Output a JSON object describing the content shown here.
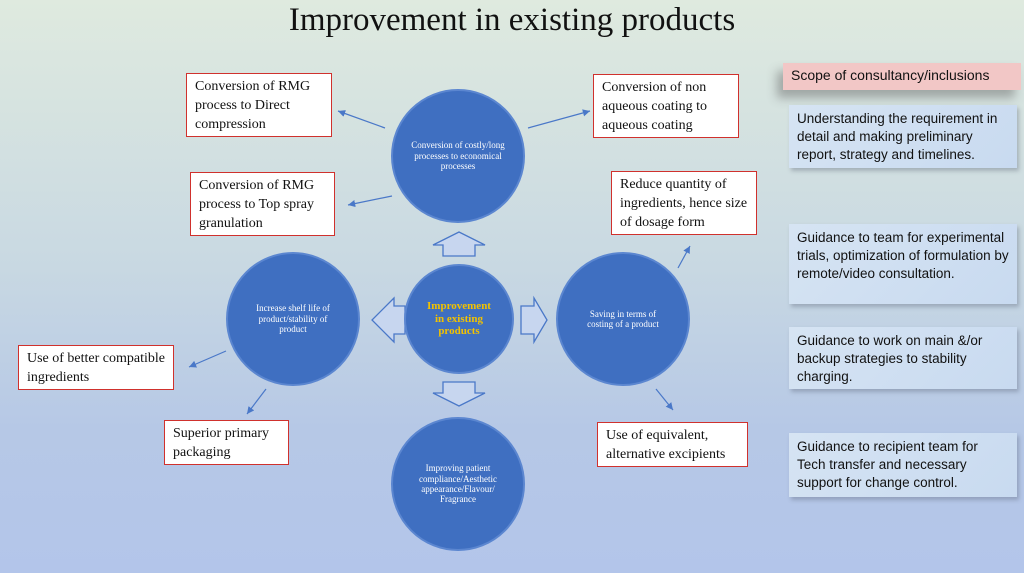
{
  "title": "Improvement in existing products",
  "circles": {
    "center": "Improvement in existing products",
    "top": "Conversion of costly/long processes to economical processes",
    "left": "Increase shelf life of product/stability of product",
    "right": "Saving in terms of costing of a product",
    "bottom": "Improving patient compliance/Aesthetic appearance/Flavour/ Fragrance"
  },
  "boxes": {
    "rmg_direct": "Conversion of RMG process to Direct compression",
    "rmg_topspray": "Conversion of RMG process to Top spray granulation",
    "non_aqueous": "Conversion of non aqueous coating to aqueous coating",
    "reduce_quantity": "Reduce quantity of ingredients, hence size of dosage form",
    "better_ingredients": "Use of better compatible ingredients",
    "primary_packaging": "Superior primary packaging",
    "equivalent_excipients": "Use of equivalent, alternative excipients"
  },
  "panel": {
    "header": "Scope of consultancy/inclusions",
    "items": [
      "Understanding the requirement in detail and making preliminary report, strategy and timelines.",
      "Guidance to team for experimental trials, optimization of formulation by remote/video consultation.",
      "Guidance to work on main &/or backup strategies to stability charging.",
      "Guidance to recipient team for Tech transfer and necessary support for change control."
    ]
  },
  "colors": {
    "circle_fill": "#3f6fc1",
    "center_text": "#f2c200",
    "box_border": "#d0312d",
    "panel_header": "#f2c7c6",
    "panel_box": "#cddff2"
  }
}
